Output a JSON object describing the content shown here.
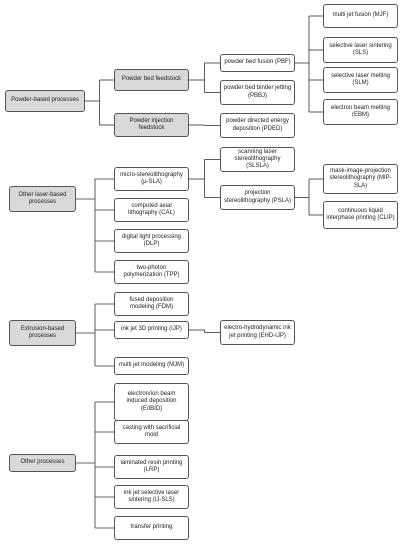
{
  "colors": {
    "grey_fill": "#d9d9d9",
    "border": "#555555",
    "line": "#333333"
  },
  "categories": {
    "powder": "Powder-based processes",
    "laser": "Other laser-based processes",
    "extrusion": "Extrusion-based processes",
    "other": "Other processes"
  },
  "nodes": {
    "pbfeed": "Powder bed feedstock",
    "pifeed": "Powder injection feedstock",
    "pbf": "powder bed fusion (PBF)",
    "pbbj": "powder bed binder jetting (PBBJ)",
    "pded": "powder directed energy deposition (PDED)",
    "mjf": "multi jet fusion (MJF)",
    "sls": "selective laser sintering (SLS)",
    "slm": "selective laser melting (SLM)",
    "ebm": "electron beam melting (EBM)",
    "musla": "micro-stereolithography (μ-SLA)",
    "cal": "computed axial lithography (CAL)",
    "dlp": "digital light processing (DLP)",
    "tpp": "two-photon polymerization (TPP)",
    "slsla": "scanning laser stereolithography (SLSLA)",
    "psla": "projection stereolithography (PSLA)",
    "mipsla": "mask-image-projection stereolithography (MIP-SLA)",
    "clip": "continuous liquid interphase printing (CLIP)",
    "fdm": "fused deposition modeling (FDM)",
    "ijp": "ink jet 3D printing (IJP)",
    "mjm": "multi jet modeling (MJM)",
    "ehdijp": "electro-hydrodynamic ink jet printing (EHD-IJP)",
    "ebid": "electron/ion beam induced deposition (E/IBID)",
    "casting": "casting with sacrificial mold",
    "lrp": "laminated resin printing (LRP)",
    "ijsls": "ink jet selective laser sintering (IJ-SLS)",
    "transfer": "transfer printing"
  }
}
